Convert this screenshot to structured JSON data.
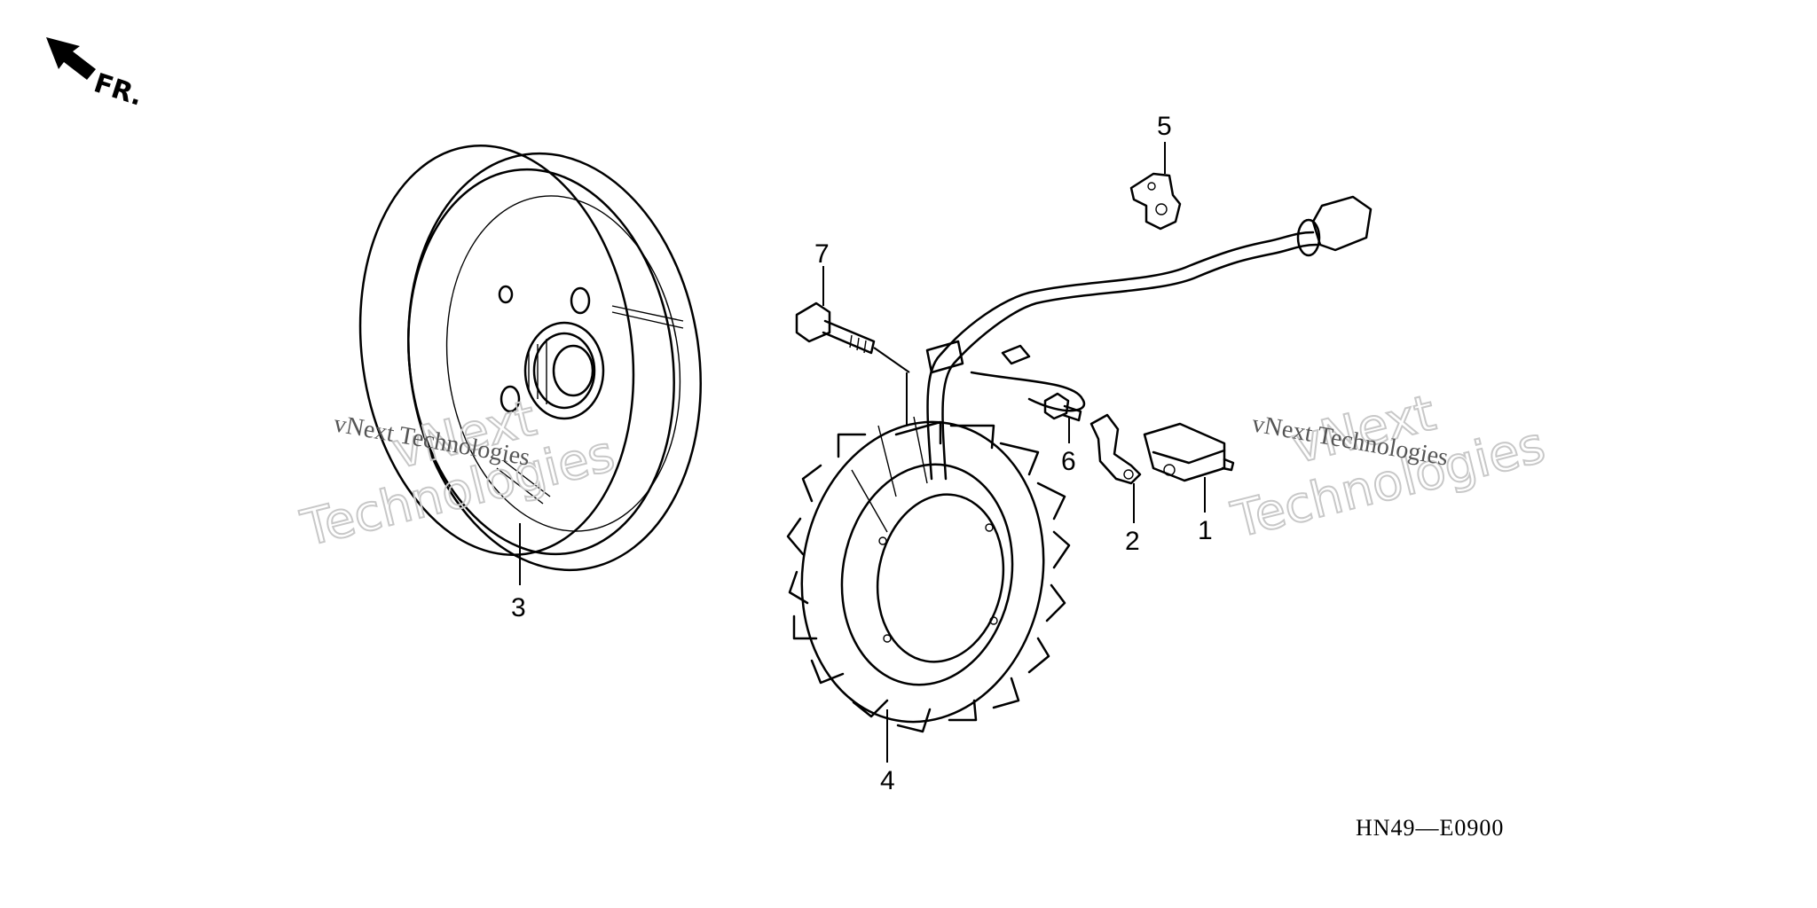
{
  "direction": {
    "label": "FR."
  },
  "callouts": {
    "p1": "1",
    "p2": "2",
    "p3": "3",
    "p4": "4",
    "p5": "5",
    "p6": "6",
    "p7": "7"
  },
  "diagram_code": "HN49—E0900",
  "watermarks": {
    "left_small": "vNext Technologies",
    "left_big_1": "vNext",
    "left_big_2": "Technologies",
    "right_small": "vNext Technologies",
    "right_big_1": "vNext",
    "right_big_2": "Technologies"
  }
}
